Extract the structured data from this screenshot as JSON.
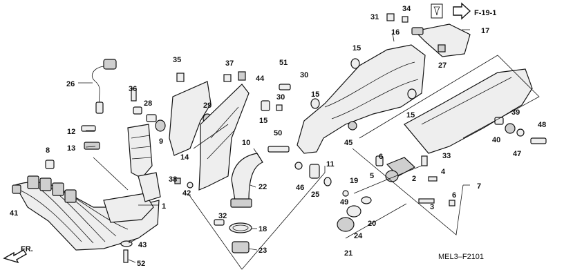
{
  "diagram": {
    "reference_label": "F-19-1",
    "drawing_code": "MEL3–F2101",
    "direction_label": "FR.",
    "callouts": [
      "1",
      "2",
      "3",
      "4",
      "5",
      "6",
      "6",
      "7",
      "8",
      "9",
      "10",
      "11",
      "12",
      "13",
      "14",
      "15",
      "15",
      "15",
      "15",
      "16",
      "17",
      "18",
      "19",
      "20",
      "21",
      "22",
      "23",
      "24",
      "25",
      "26",
      "27",
      "28",
      "29",
      "30",
      "30",
      "31",
      "32",
      "33",
      "34",
      "35",
      "36",
      "37",
      "38",
      "39",
      "40",
      "41",
      "42",
      "43",
      "44",
      "45",
      "46",
      "47",
      "48",
      "49",
      "50",
      "51",
      "52"
    ]
  },
  "icons": {
    "forward_arrow": "front-arrow-icon",
    "reference_arrow": "reference-arrow-icon",
    "bolt": "bolt-icon"
  },
  "colors": {
    "ink": "#111111",
    "part_fill": "#eeeeee",
    "part_shade": "#cfcfcf",
    "background": "#ffffff"
  }
}
